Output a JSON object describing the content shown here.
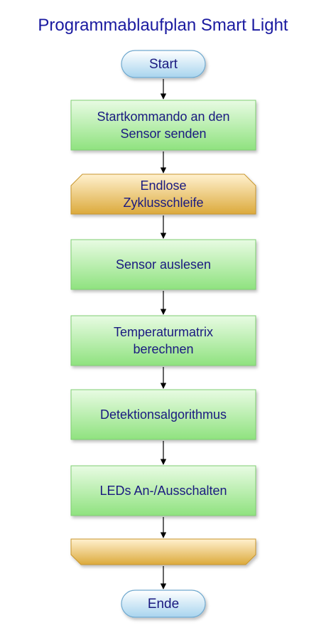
{
  "diagram": {
    "title": "Programmablaufplan Smart Light",
    "nodes": [
      {
        "id": "start",
        "kind": "terminal",
        "lines": [
          "Start"
        ]
      },
      {
        "id": "send-start-command",
        "kind": "process",
        "lines": [
          "Startkommando an den",
          "Sensor senden"
        ]
      },
      {
        "id": "loop-start",
        "kind": "loop-start",
        "lines": [
          "Endlose",
          "Zyklusschleife"
        ]
      },
      {
        "id": "read-sensor",
        "kind": "process",
        "lines": [
          "Sensor auslesen"
        ]
      },
      {
        "id": "compute-matrix",
        "kind": "process",
        "lines": [
          "Temperaturmatrix",
          "berechnen"
        ]
      },
      {
        "id": "detection",
        "kind": "process",
        "lines": [
          "Detektionsalgorithmus"
        ]
      },
      {
        "id": "leds",
        "kind": "process",
        "lines": [
          "LEDs An-/Ausschalten"
        ]
      },
      {
        "id": "loop-end",
        "kind": "loop-end",
        "lines": []
      },
      {
        "id": "end",
        "kind": "terminal",
        "lines": [
          "Ende"
        ]
      }
    ],
    "edges": [
      [
        "start",
        "send-start-command"
      ],
      [
        "send-start-command",
        "loop-start"
      ],
      [
        "loop-start",
        "read-sensor"
      ],
      [
        "read-sensor",
        "compute-matrix"
      ],
      [
        "compute-matrix",
        "detection"
      ],
      [
        "detection",
        "leds"
      ],
      [
        "leds",
        "loop-end"
      ],
      [
        "loop-end",
        "end"
      ]
    ],
    "colors": {
      "title": "#1a1aa0",
      "text": "#1a1a80",
      "process_fill_top": "#e8fbe3",
      "process_fill_bottom": "#8fe27f",
      "process_stroke": "#7fcf72",
      "loop_fill_top": "#fff1cf",
      "loop_fill_bottom": "#dcaa3c",
      "loop_stroke": "#c8962e",
      "terminal_fill_top": "#ffffff",
      "terminal_fill_bottom": "#a8d4ee",
      "terminal_stroke": "#6fa9cf",
      "arrow": "#000000"
    }
  }
}
